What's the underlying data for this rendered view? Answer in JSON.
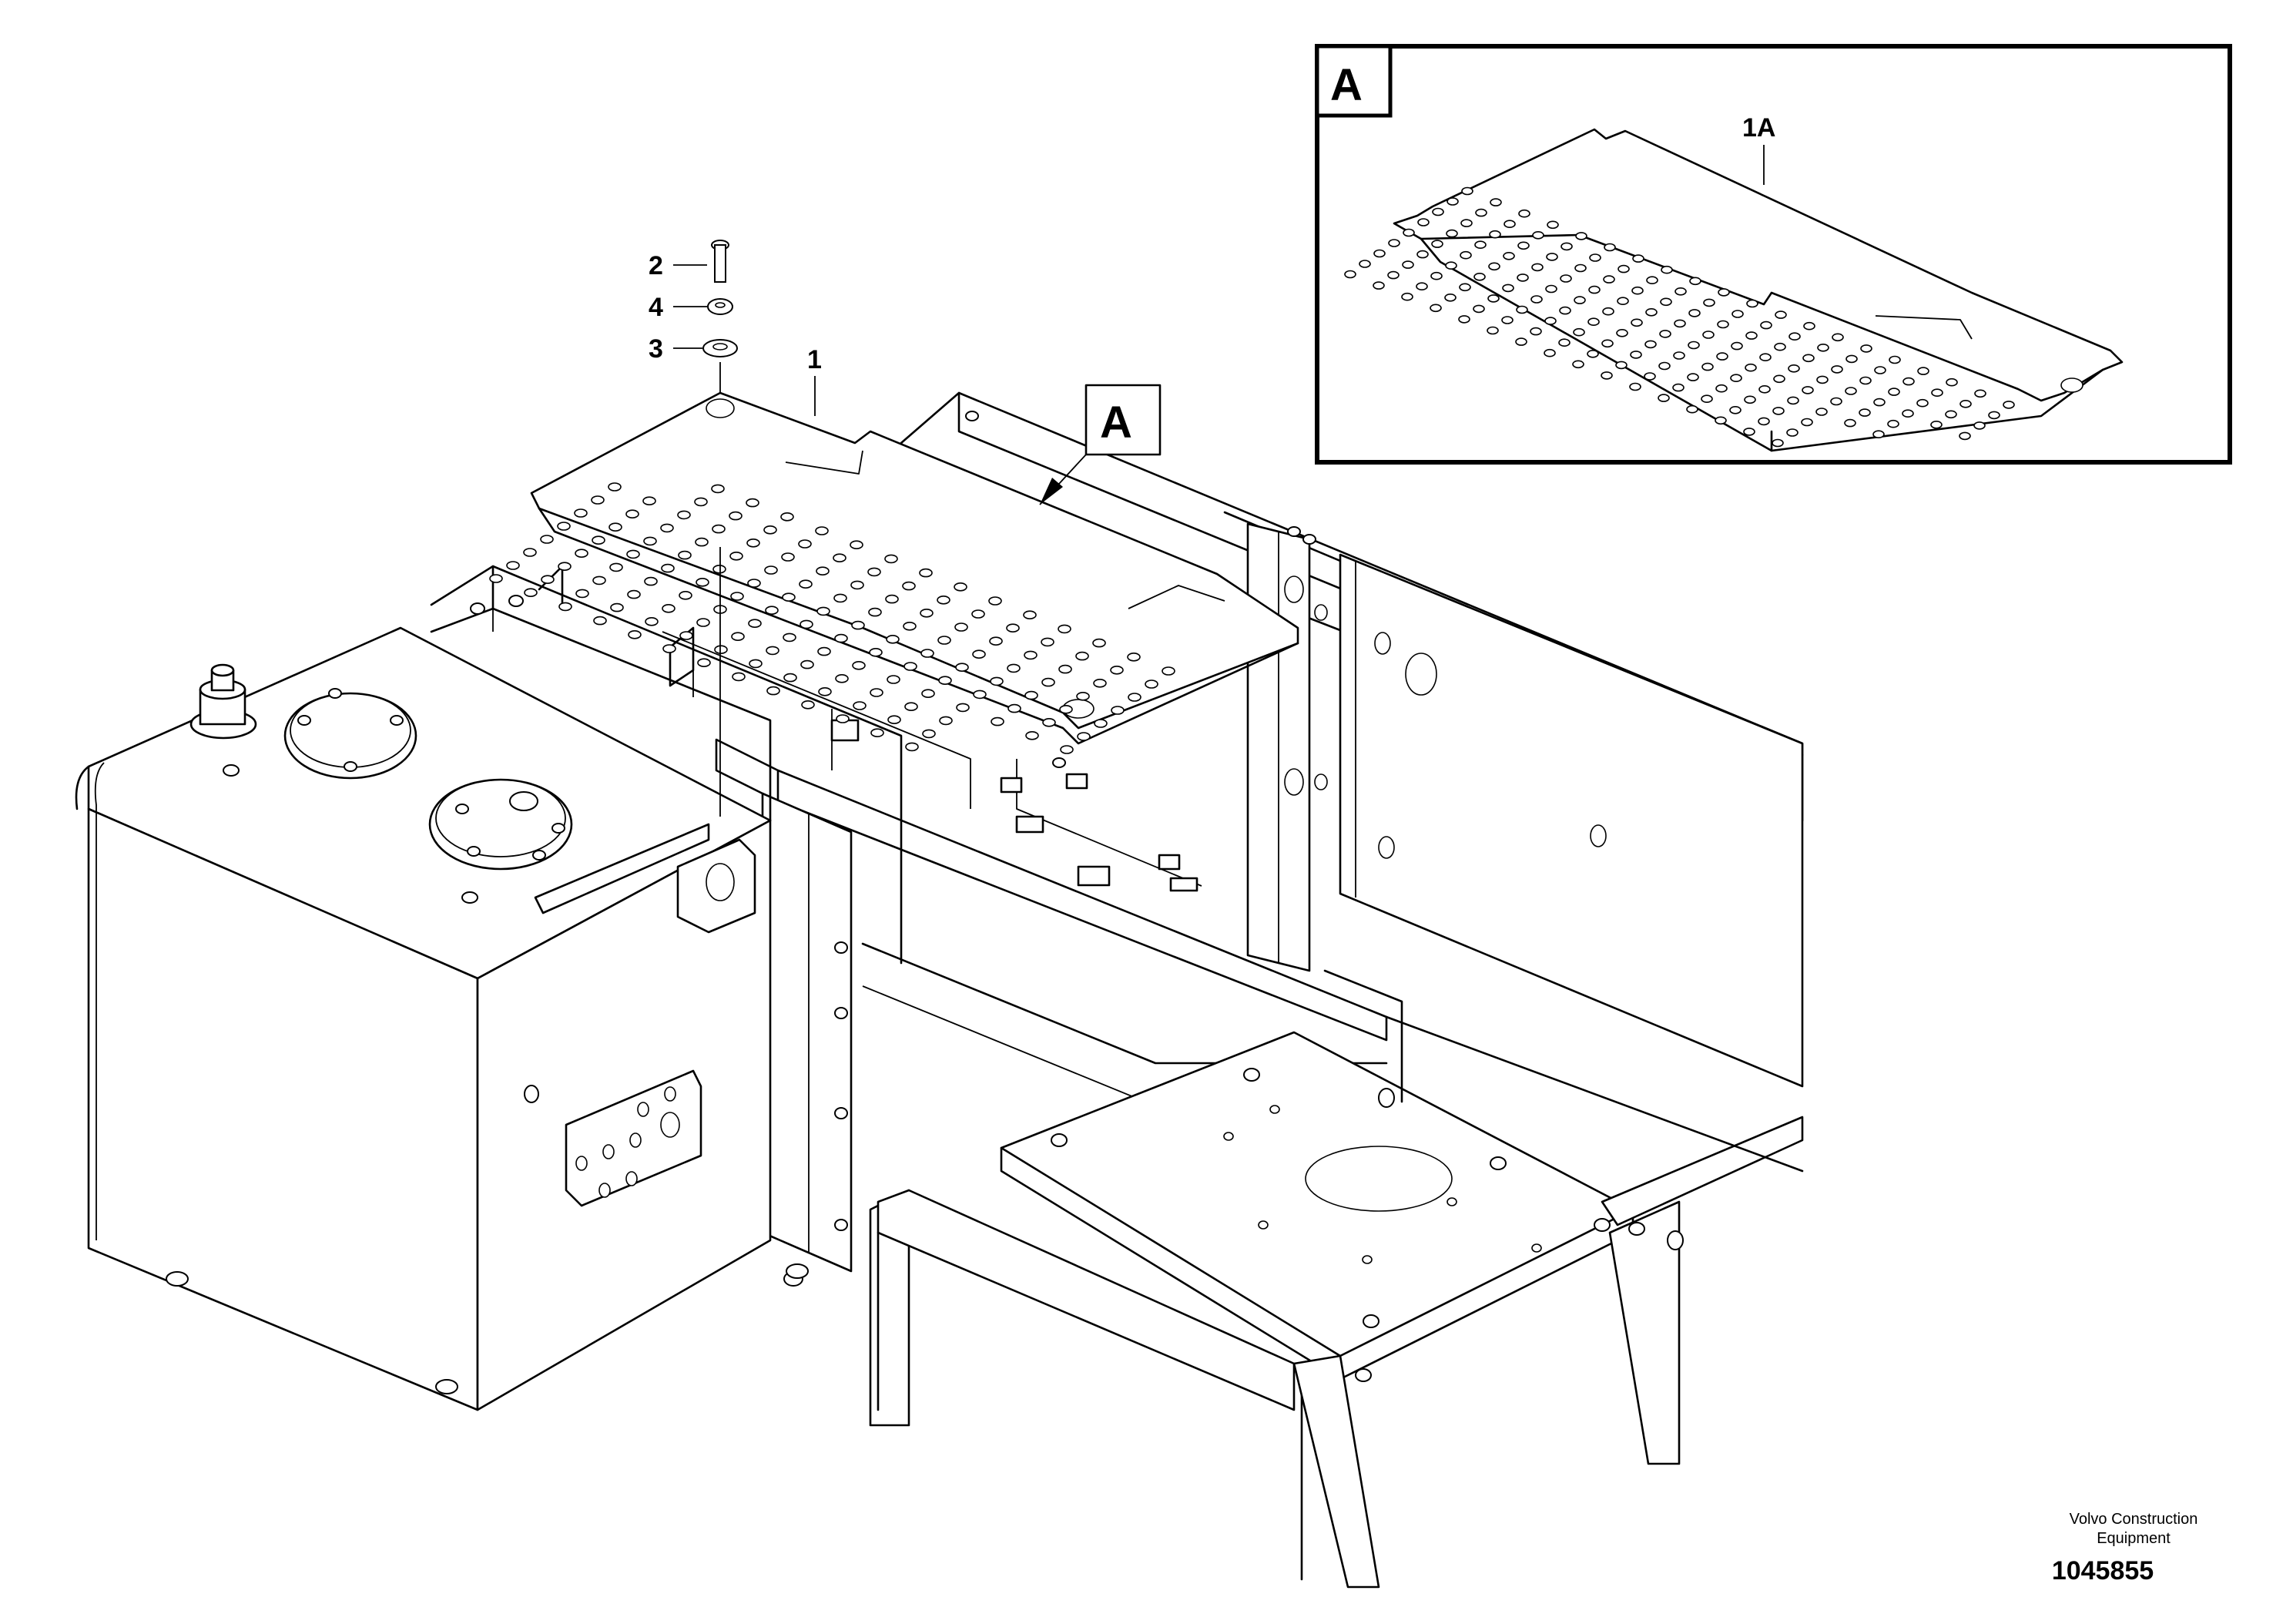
{
  "callouts": {
    "part_1": "1",
    "part_2": "2",
    "part_3": "3",
    "part_4": "4",
    "part_1a": "1A",
    "view_marker": "A"
  },
  "inset": {
    "label": "A"
  },
  "footer": {
    "company_line1": "Volvo Construction",
    "company_line2": "Equipment",
    "drawing_number": "1045855"
  }
}
